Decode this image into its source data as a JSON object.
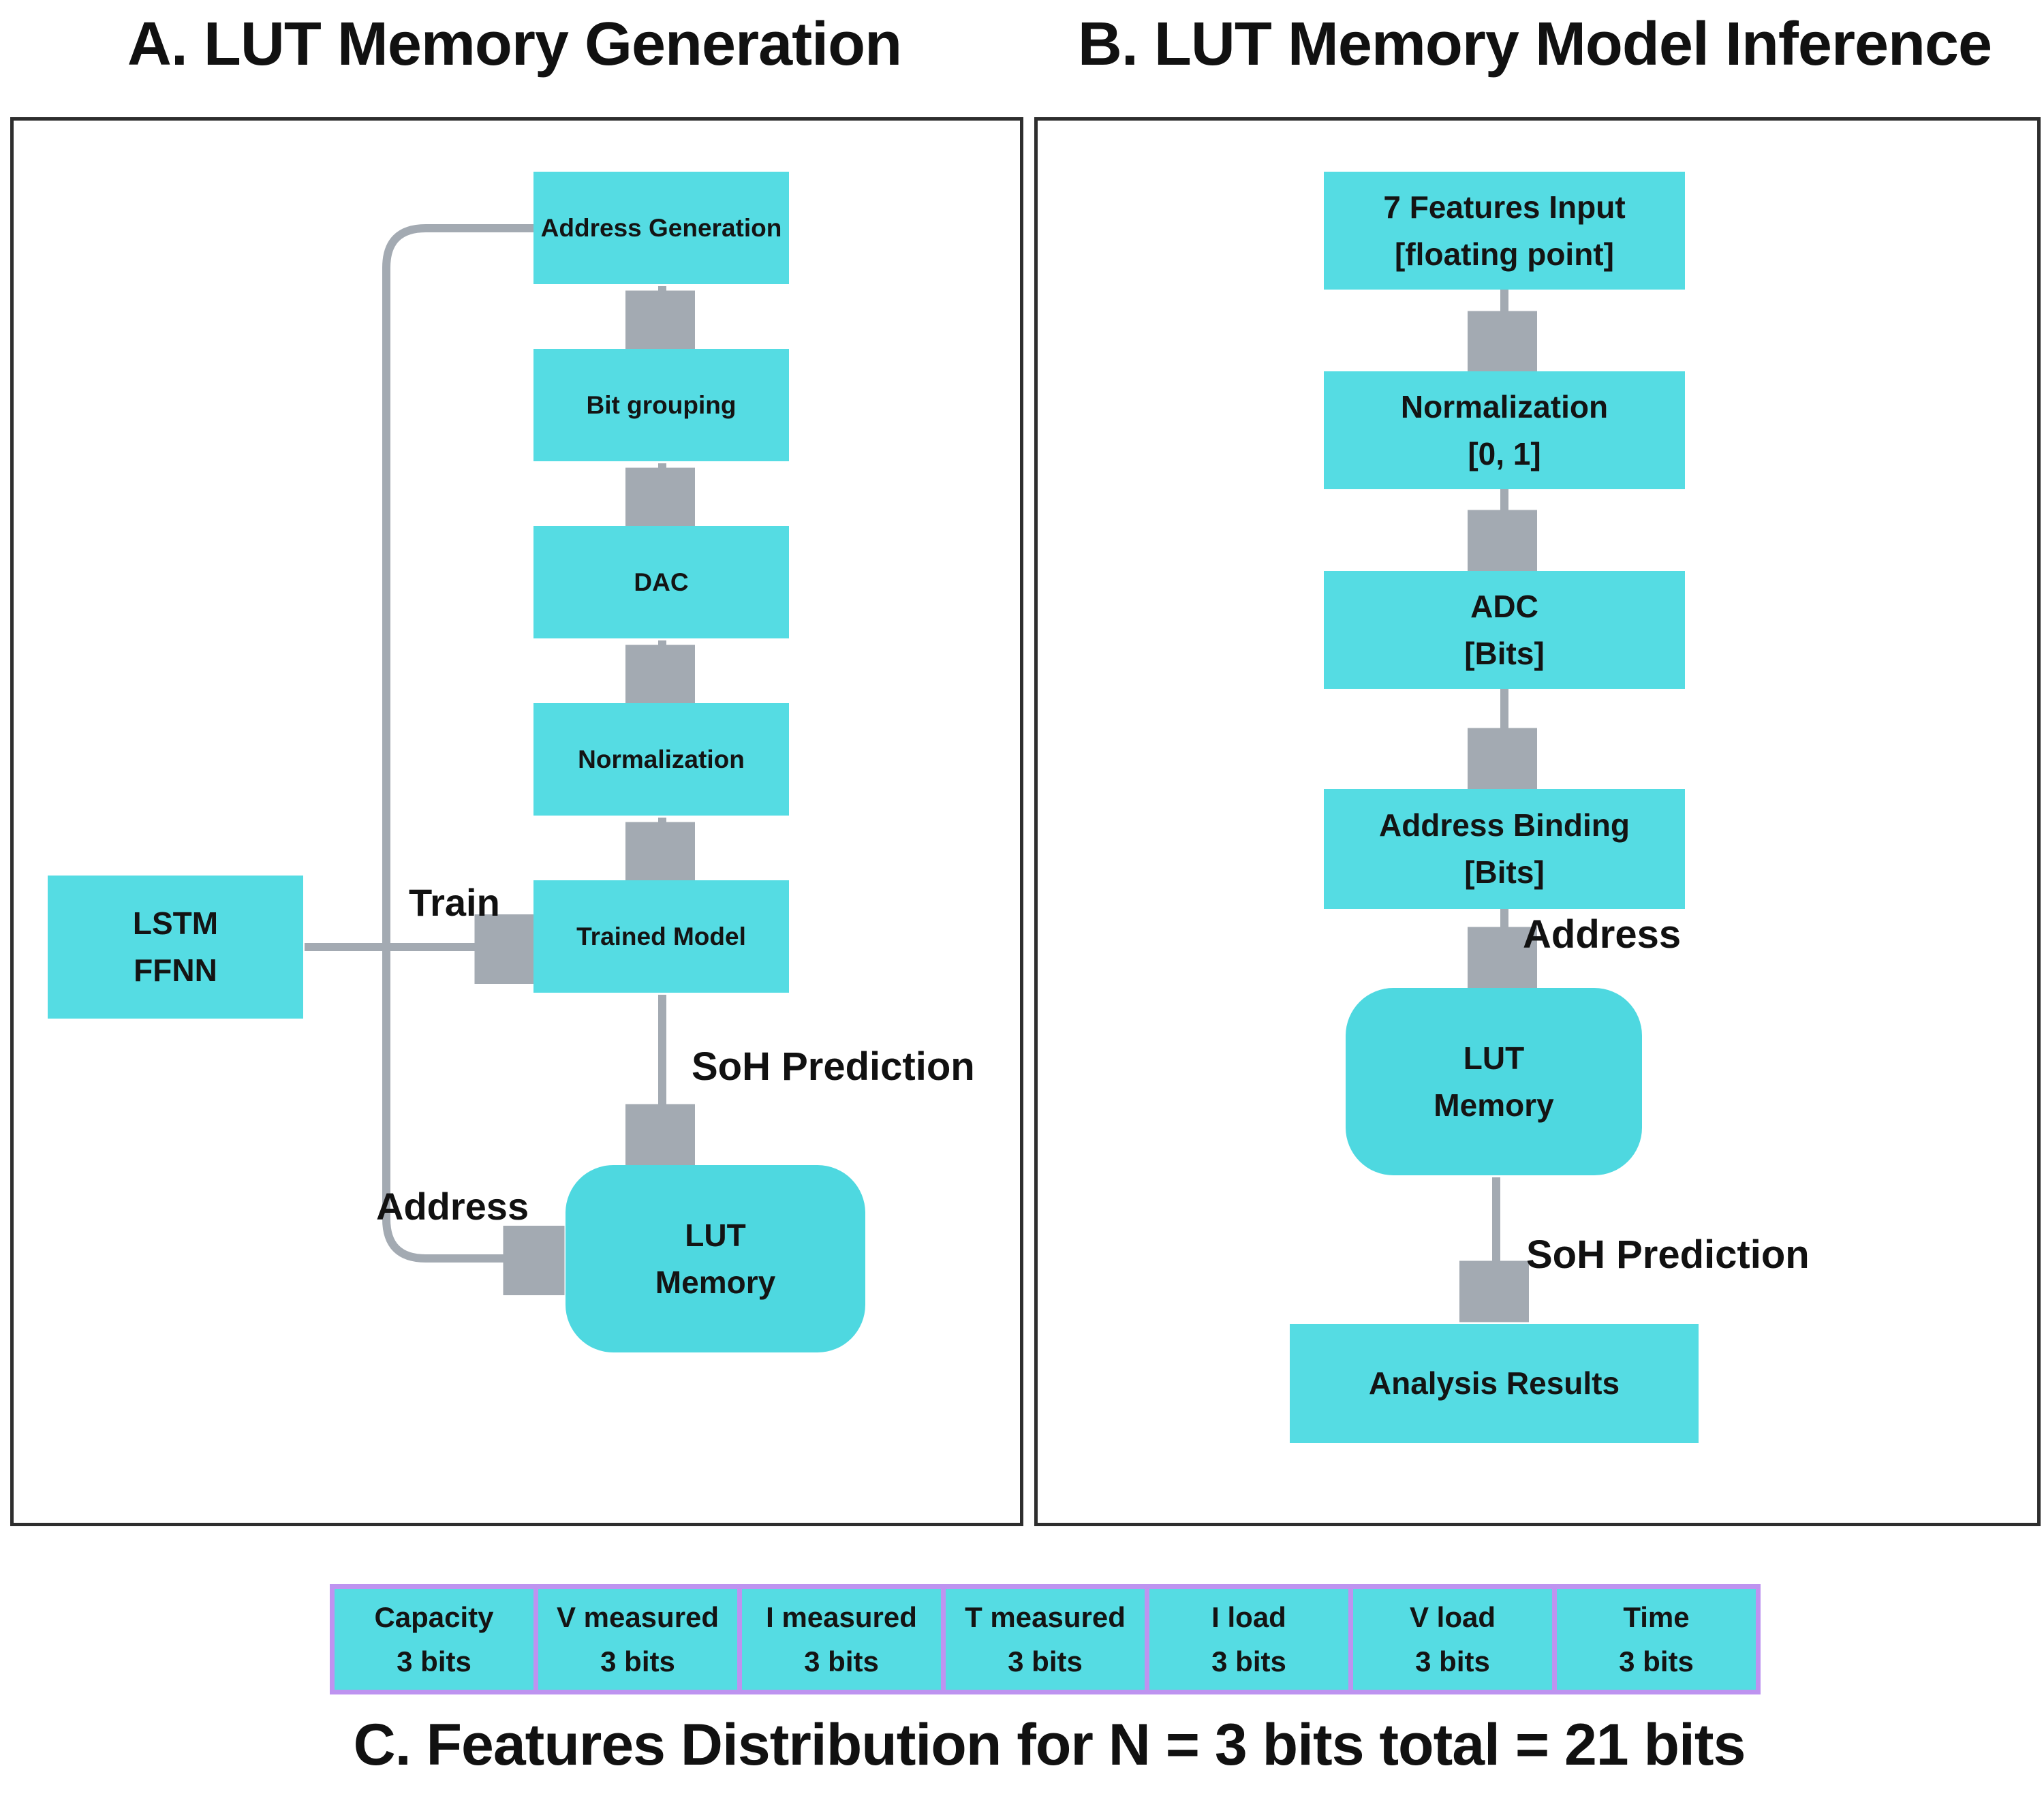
{
  "colors": {
    "box_fill": "#55DCE3",
    "memory_fill": "#4ED8E0",
    "arrow": "#A3AAB2",
    "panel_border": "#2E2E2E",
    "table_border": "#BE93F0",
    "text": "#141414",
    "bg": "#FFFFFF"
  },
  "panel_a": {
    "title": "A. LUT Memory Generation",
    "boxes": {
      "address_generation": "Address Generation",
      "bit_grouping": "Bit grouping",
      "dac": "DAC",
      "normalization": "Normalization",
      "trained_model": "Trained Model",
      "lstm_ffnn": "LSTM\nFFNN",
      "lut_memory": "LUT\nMemory"
    },
    "edge_labels": {
      "train": "Train",
      "soh_prediction": "SoH Prediction",
      "address": "Address"
    }
  },
  "panel_b": {
    "title": "B. LUT Memory Model Inference",
    "boxes": {
      "features_input": "7 Features Input\n[floating point]",
      "normalization": "Normalization\n[0, 1]",
      "adc": "ADC\n[Bits]",
      "address_binding": "Address Binding\n[Bits]",
      "lut_memory": "LUT\nMemory",
      "analysis_results": "Analysis Results"
    },
    "edge_labels": {
      "address": "Address",
      "soh_prediction": "SoH Prediction"
    }
  },
  "panel_c": {
    "caption": "C. Features Distribution for N = 3 bits total = 21 bits",
    "bits_per_feature": "3 bits",
    "total_bits": "21 bits",
    "cells": [
      {
        "name": "Capacity",
        "bits": "3 bits"
      },
      {
        "name": "V measured",
        "bits": "3 bits"
      },
      {
        "name": "I measured",
        "bits": "3 bits"
      },
      {
        "name": "T measured",
        "bits": "3 bits"
      },
      {
        "name": "I load",
        "bits": "3 bits"
      },
      {
        "name": "V load",
        "bits": "3 bits"
      },
      {
        "name": "Time",
        "bits": "3 bits"
      }
    ]
  }
}
